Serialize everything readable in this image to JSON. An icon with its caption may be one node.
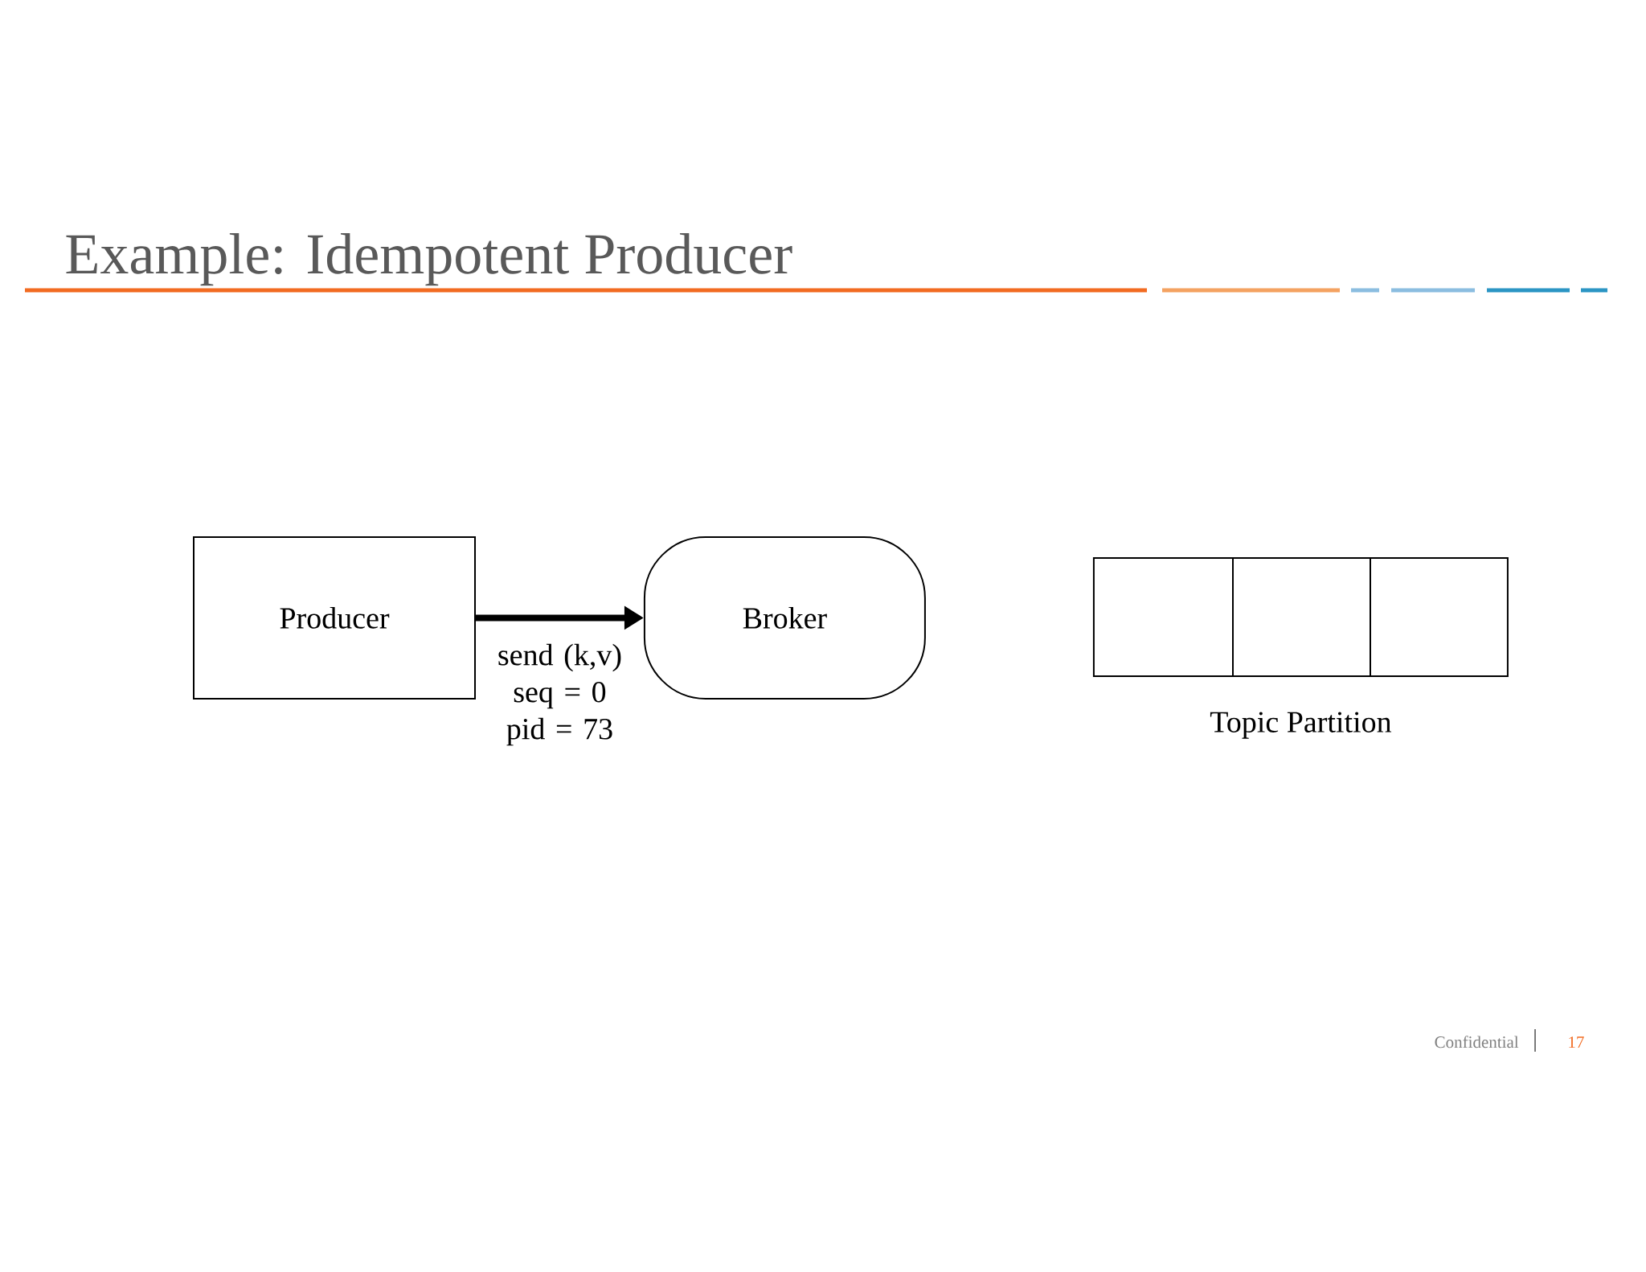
{
  "diagram": {
    "title": "Example: Idempotent Producer",
    "nodes": [
      {
        "text": [
          "Producer"
        ]
      },
      {
        "text": [
          "Broker"
        ]
      },
      {
        "text": [
          "Topic Partition"
        ]
      }
    ],
    "edges": [
      {
        "from": 0,
        "to": 1,
        "arrow": "to",
        "label": "send (k,v) seq = 0 pid = 73"
      }
    ],
    "labels": [
      "Confidential",
      "17"
    ]
  }
}
